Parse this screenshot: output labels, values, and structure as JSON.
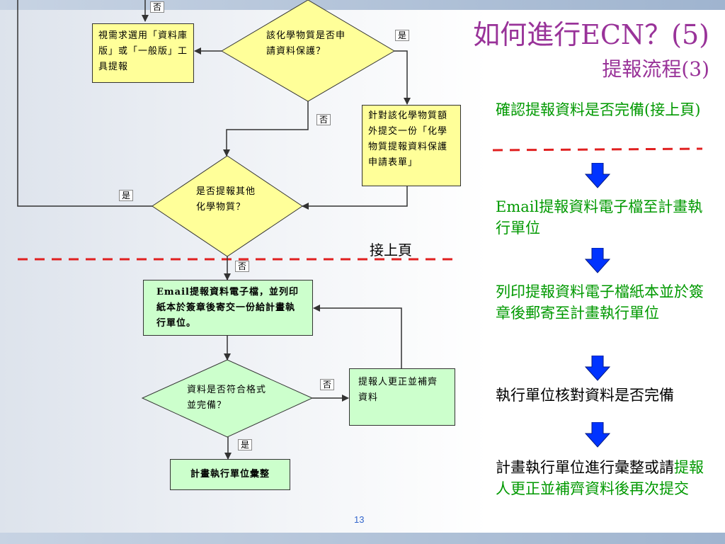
{
  "title": {
    "main": "如何進行ECN？(5)",
    "sub": "提報流程(3)"
  },
  "flowchart": {
    "top_no_label": "否",
    "box_select_tool": "視需求選用「資料庫版」或「一般版」工具提報",
    "diamond_confidential": "該化學物質是否申請資料保護？",
    "yes_label_1": "是",
    "box_extra_form": "針對該化學物質額外提交一份「化學物質提報資料保護申請表單」",
    "no_label_1": "否",
    "diamond_other": "是否提報其他化學物質？",
    "yes_label_2": "是",
    "continued_label": "接上頁",
    "no_label_2": "否",
    "box_email": "Email提報資料電子檔，並列印紙本於簽章後寄交一份給計畫執行單位。",
    "diamond_format": "資料是否符合格式並完備？",
    "no_label_3": "否",
    "box_correct": "提報人更正並補齊資料",
    "yes_label_3": "是",
    "box_compile": "計畫執行單位彙整"
  },
  "steps": [
    {
      "text": "確認提報資料是否完備(接上頁)",
      "color": "#009900"
    },
    {
      "text": "Email提報資料電子檔至計畫執行單位",
      "color": "#009900"
    },
    {
      "text": "列印提報資料電子檔紙本並於簽章後郵寄至計畫執行單位",
      "color": "#009900"
    },
    {
      "text": "執行單位核對資料是否完備",
      "color": "#000000"
    },
    {
      "text_black": "計畫執行單位進行彙整或請",
      "text_green": "提報人更正並補齊資料後再次提交"
    }
  ],
  "page_number": "13",
  "colors": {
    "title": "#993399",
    "step_green": "#009900",
    "yellow_fill": "#ffff99",
    "green_fill": "#ccffcc",
    "arrow_blue": "#0033ff",
    "dashed_red": "#e02020"
  }
}
